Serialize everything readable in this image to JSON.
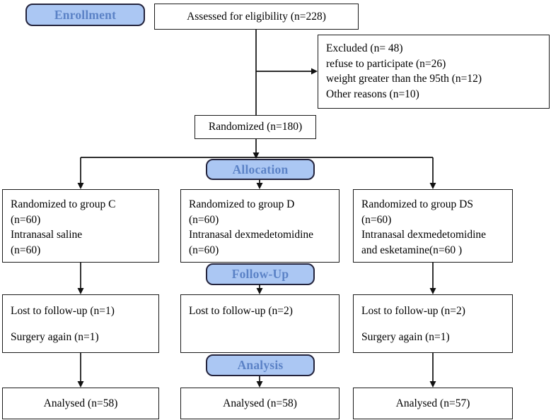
{
  "colors": {
    "stage_fill": "#abc7f3",
    "stage_border": "#23233c",
    "stage_text": "#5b82c6",
    "box_border": "#1a1a1a",
    "connector": "#111111",
    "background": "#ffffff"
  },
  "stages": {
    "enrollment": "Enrollment",
    "allocation": "Allocation",
    "followup": "Follow-Up",
    "analysis": "Analysis"
  },
  "flow": {
    "assessed": "Assessed for eligibility (n=228)",
    "excluded_lines": [
      "Excluded (n= 48)",
      "refuse to participate (n=26)",
      "weight greater than the 95th (n=12)",
      "Other reasons (n=10)"
    ],
    "randomized": "Randomized (n=180)",
    "groups": [
      {
        "lines": [
          "Randomized to group C",
          "(n=60)",
          "Intranasal saline",
          "(n=60)"
        ]
      },
      {
        "lines": [
          "Randomized to group D",
          "(n=60)",
          "Intranasal dexmedetomidine",
          "(n=60)"
        ]
      },
      {
        "lines": [
          "Randomized to group DS",
          "(n=60)",
          "Intranasal dexmedetomidine",
          "and esketamine(n=60 )"
        ]
      }
    ],
    "followup_boxes": [
      {
        "lines": [
          "Lost to follow-up (n=1)",
          "Surgery again (n=1)"
        ]
      },
      {
        "lines": [
          "Lost to follow-up (n=2)"
        ]
      },
      {
        "lines": [
          "Lost to follow-up (n=2)",
          "Surgery again (n=1)"
        ]
      }
    ],
    "analysed": [
      "Analysed (n=58)",
      "Analysed (n=58)",
      "Analysed (n=57)"
    ]
  }
}
